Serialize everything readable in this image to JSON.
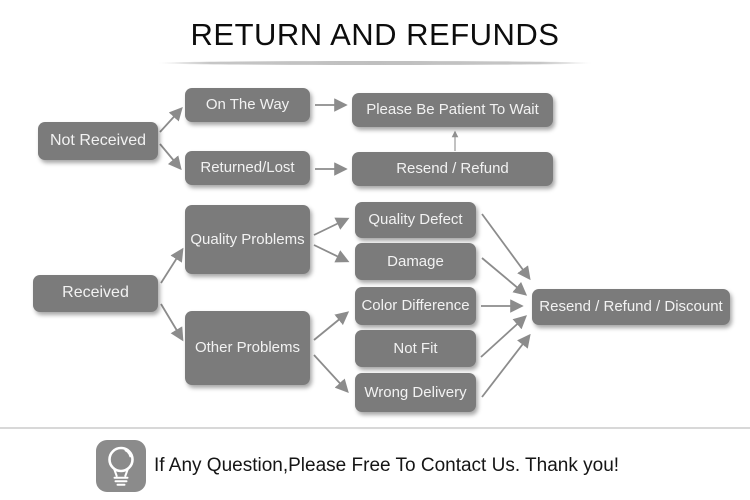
{
  "title": "RETURN AND REFUNDS",
  "flowchart": {
    "nodes": {
      "not_received": {
        "label": "Not Received"
      },
      "on_the_way": {
        "label": "On The Way"
      },
      "returned_lost": {
        "label": "Returned/Lost"
      },
      "please_wait": {
        "label": "Please Be Patient To Wait"
      },
      "resend_refund": {
        "label": "Resend / Refund"
      },
      "received": {
        "label": "Received"
      },
      "quality_problems": {
        "label": "Quality Problems"
      },
      "other_problems": {
        "label": "Other Problems"
      },
      "quality_defect": {
        "label": "Quality Defect"
      },
      "damage": {
        "label": "Damage"
      },
      "color_difference": {
        "label": "Color Difference"
      },
      "not_fit": {
        "label": "Not Fit"
      },
      "wrong_delivery": {
        "label": "Wrong Delivery"
      },
      "resend_refund_discount": {
        "label": "Resend / Refund / Discount"
      }
    },
    "edges": [
      {
        "from": "not_received",
        "to": "on_the_way"
      },
      {
        "from": "not_received",
        "to": "returned_lost"
      },
      {
        "from": "on_the_way",
        "to": "please_wait"
      },
      {
        "from": "returned_lost",
        "to": "resend_refund"
      },
      {
        "from": "resend_refund",
        "to": "please_wait"
      },
      {
        "from": "received",
        "to": "quality_problems"
      },
      {
        "from": "received",
        "to": "other_problems"
      },
      {
        "from": "quality_problems",
        "to": "quality_defect"
      },
      {
        "from": "quality_problems",
        "to": "damage"
      },
      {
        "from": "other_problems",
        "to": "color_difference"
      },
      {
        "from": "other_problems",
        "to": "wrong_delivery"
      },
      {
        "from": "quality_defect",
        "to": "resend_refund_discount"
      },
      {
        "from": "damage",
        "to": "resend_refund_discount"
      },
      {
        "from": "color_difference",
        "to": "resend_refund_discount"
      },
      {
        "from": "not_fit",
        "to": "resend_refund_discount"
      },
      {
        "from": "wrong_delivery",
        "to": "resend_refund_discount"
      }
    ]
  },
  "footer": {
    "icon": "light-bulb-icon",
    "message": "If Any Question,Please Free To Contact Us. Thank you!"
  },
  "colors": {
    "node_fill": "#7b7b7b",
    "node_text": "#f2f2f2",
    "arrow": "#8c8c8c",
    "title_text": "#0d0d0d",
    "divider": "#d8d8d8",
    "background": "#ffffff"
  }
}
